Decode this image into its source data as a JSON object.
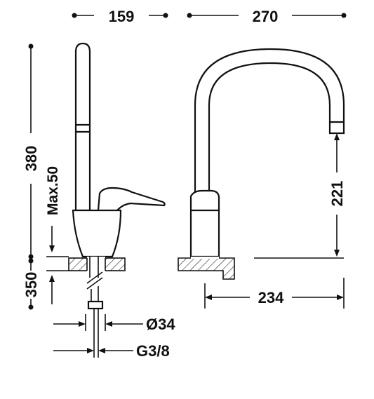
{
  "dimensions": {
    "top_left_width": "159",
    "top_right_width": "270",
    "total_height": "380",
    "max_thickness": "Max.50",
    "below_counter": "350",
    "spout_height": "221",
    "reach": "234",
    "hole_diameter": "Ø34",
    "connection": "G3/8"
  },
  "colors": {
    "line": "#111111",
    "background": "#ffffff"
  }
}
